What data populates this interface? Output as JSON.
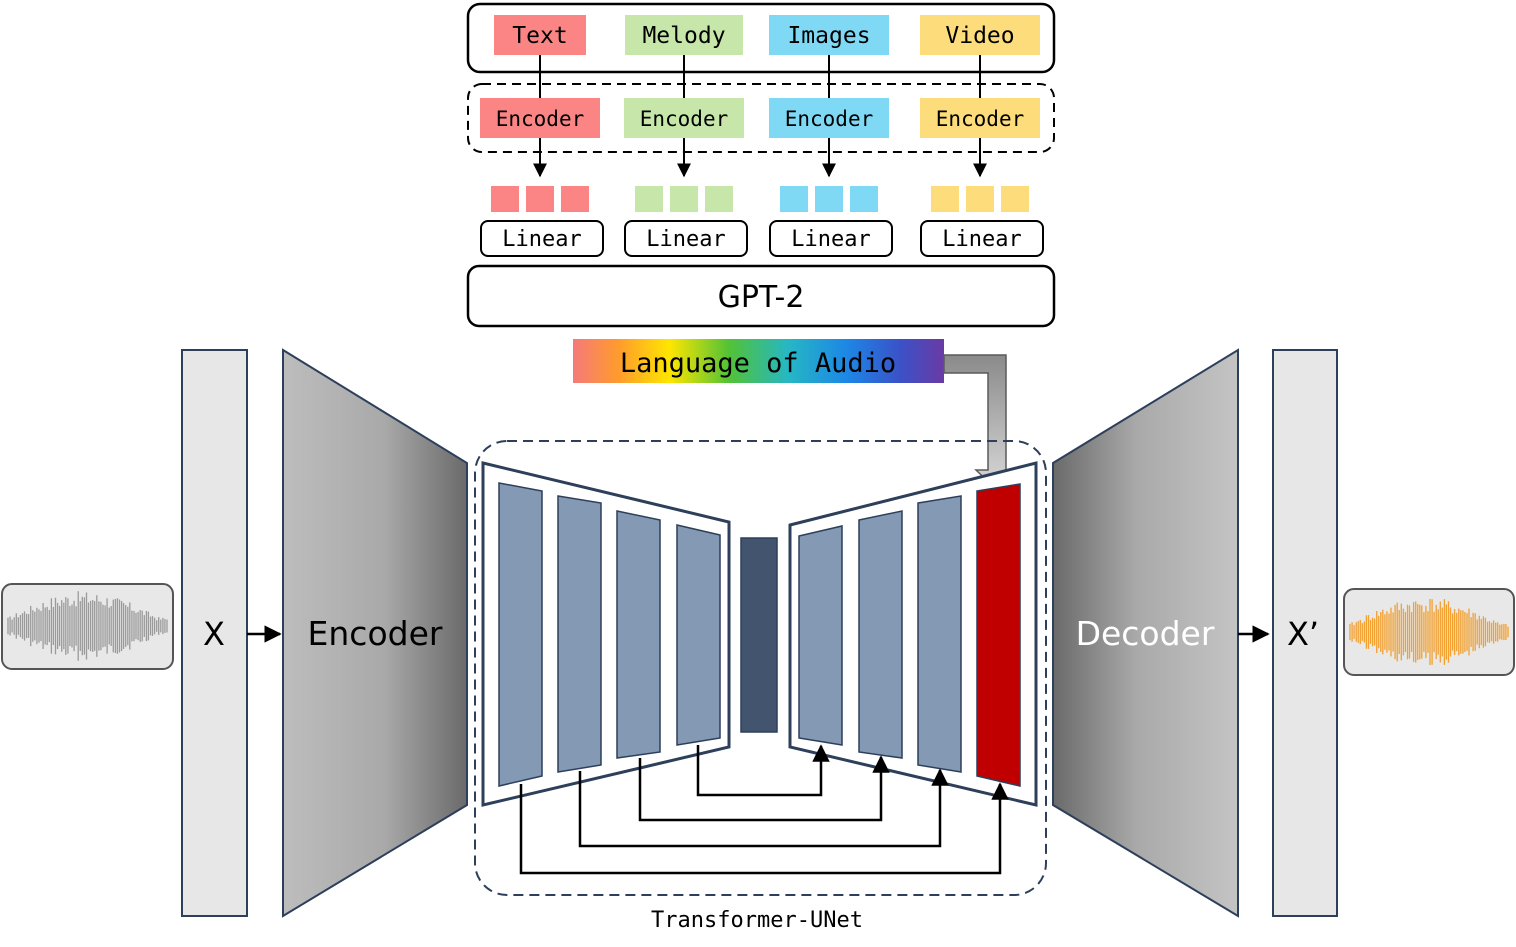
{
  "colors": {
    "text": "#fb8585",
    "melody": "#c6e7a9",
    "images": "#7fd9f5",
    "video": "#fddd7b",
    "panel": "#e7e7e7",
    "unet_block": "#8499b3",
    "unet_bottleneck": "#43556e",
    "unet_output": "#c00000",
    "dash": "#2d3f5a",
    "wave_in": "#9a9a9a",
    "wave_out": "#f2a030"
  },
  "modalities": [
    {
      "label": "Text",
      "color_key": "text"
    },
    {
      "label": "Melody",
      "color_key": "melody"
    },
    {
      "label": "Images",
      "color_key": "images"
    },
    {
      "label": "Video",
      "color_key": "video"
    }
  ],
  "modality_encoder_label": "Encoder",
  "linear_label": "Linear",
  "gpt_label": "GPT-2",
  "loa_label": "Language of Audio",
  "x_label": "X",
  "encoder_label": "Encoder",
  "decoder_label": "Decoder",
  "x_prime_label": "X’",
  "unet_label": "Transformer-UNet"
}
